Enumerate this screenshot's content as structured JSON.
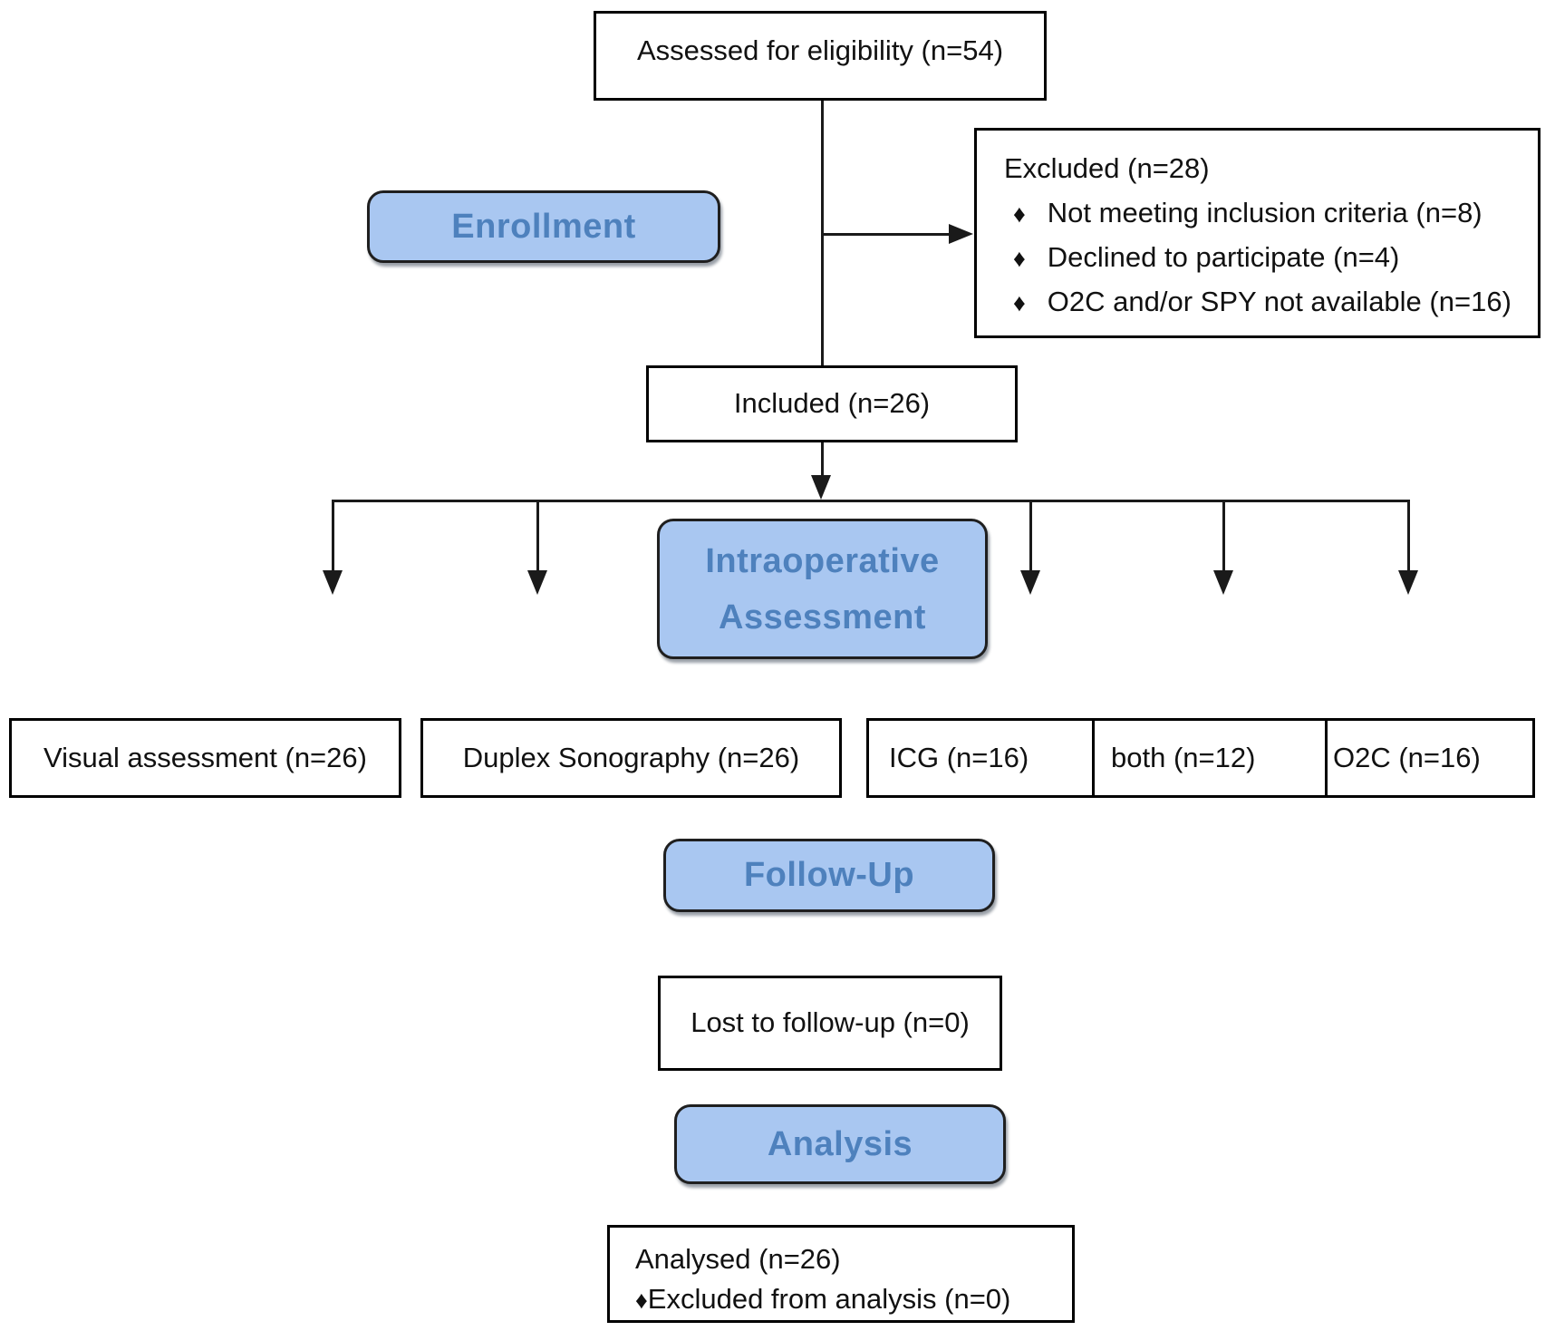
{
  "diagram": {
    "boxes": {
      "assessed": {
        "label": "Assessed for eligibility (n=54)"
      },
      "excluded": {
        "title": "Excluded (n=28)",
        "bullet_glyph": "♦",
        "bullets": [
          "Not meeting inclusion criteria (n=8)",
          "Declined to participate (n=4)",
          "O2C and/or SPY not available (n=16)"
        ]
      },
      "enrollment": {
        "label": "Enrollment"
      },
      "included": {
        "label": "Included (n=26)"
      },
      "intraoperative": {
        "label_line1": "Intraoperative",
        "label_line2": "Assessment"
      },
      "visual": {
        "label": "Visual assessment (n=26)"
      },
      "duplex": {
        "label": "Duplex Sonography (n=26)"
      },
      "icg": {
        "label": "ICG (n=16)"
      },
      "both": {
        "label": "both (n=12)"
      },
      "o2c": {
        "label": "O2C (n=16)"
      },
      "followup": {
        "label": "Follow-Up"
      },
      "lost": {
        "label": "Lost to follow-up (n=0)"
      },
      "analysis": {
        "label": "Analysis"
      },
      "analysed": {
        "line1": "Analysed (n=26)",
        "bullet_glyph": "♦",
        "line2": "Excluded from analysis (n=0)"
      }
    },
    "colors": {
      "stage_fill": "#A9C7F1",
      "stage_text": "#4E81BD",
      "line": "#1A1A1A"
    }
  }
}
